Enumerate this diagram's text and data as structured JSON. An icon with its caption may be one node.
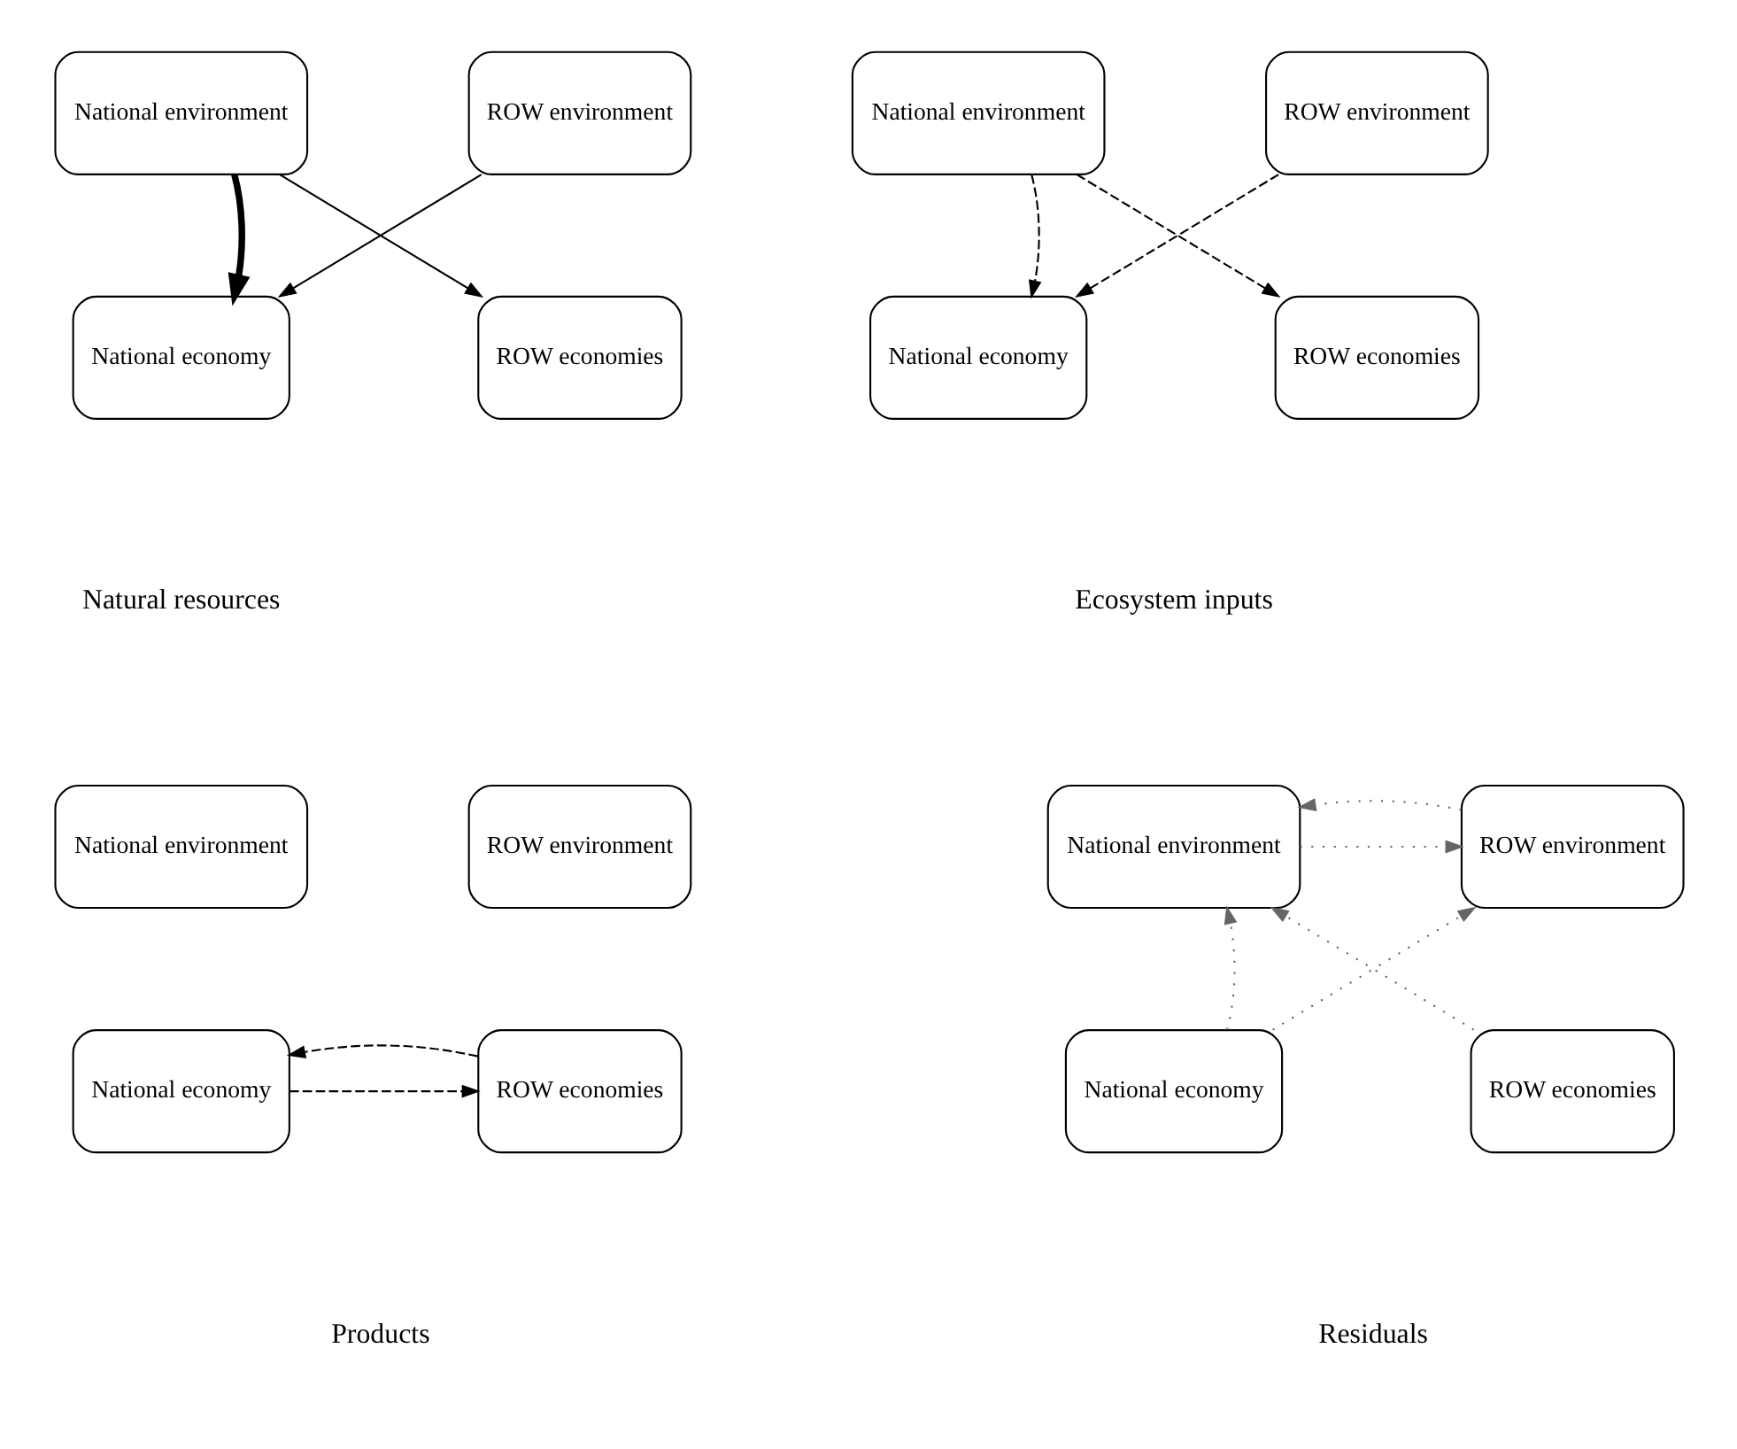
{
  "diagram": {
    "nodes": [
      {
        "text": [
          "National environment"
        ]
      },
      {
        "text": [
          "ROW environment"
        ]
      },
      {
        "text": [
          "National economy"
        ]
      },
      {
        "text": [
          "ROW economies"
        ]
      },
      {
        "text": [
          "National environment"
        ]
      },
      {
        "text": [
          "ROW environment"
        ]
      },
      {
        "text": [
          "National economy"
        ]
      },
      {
        "text": [
          "ROW economies"
        ]
      },
      {
        "text": [
          "National environment"
        ]
      },
      {
        "text": [
          "ROW environment"
        ]
      },
      {
        "text": [
          "National economy"
        ]
      },
      {
        "text": [
          "ROW economies"
        ]
      },
      {
        "text": [
          "National environment"
        ]
      },
      {
        "text": [
          "ROW environment"
        ]
      },
      {
        "text": [
          "National economy"
        ]
      },
      {
        "text": [
          "ROW economies"
        ]
      }
    ],
    "edges": [
      {
        "from": 0,
        "to": 2,
        "arrow": "to",
        "style": "thick"
      },
      {
        "from": 0,
        "to": 3,
        "arrow": "to"
      },
      {
        "from": 1,
        "to": 2,
        "arrow": "to"
      },
      {
        "from": 4,
        "to": 6,
        "arrow": "to",
        "style": "dashed"
      },
      {
        "from": 4,
        "to": 7,
        "arrow": "to",
        "style": "dashed"
      },
      {
        "from": 5,
        "to": 6,
        "arrow": "to",
        "style": "dashed"
      },
      {
        "from": 10,
        "to": 11,
        "arrow": "to",
        "style": "dashed"
      },
      {
        "from": 11,
        "to": 10,
        "arrow": "to",
        "style": "dashed"
      },
      {
        "from": 12,
        "to": 13,
        "arrow": "to",
        "style": "dashed",
        "color": "#666666"
      },
      {
        "from": 13,
        "to": 12,
        "arrow": "to",
        "style": "dashed",
        "color": "#666666"
      },
      {
        "from": 14,
        "to": 12,
        "arrow": "to",
        "style": "dashed",
        "color": "#666666"
      },
      {
        "from": 14,
        "to": 13,
        "arrow": "to",
        "style": "dashed",
        "color": "#666666"
      },
      {
        "from": 15,
        "to": 12,
        "arrow": "to",
        "style": "dashed",
        "color": "#666666"
      }
    ],
    "labels": [
      "Natural resources",
      "Ecosystem inputs",
      "Products",
      "Residuals"
    ]
  }
}
